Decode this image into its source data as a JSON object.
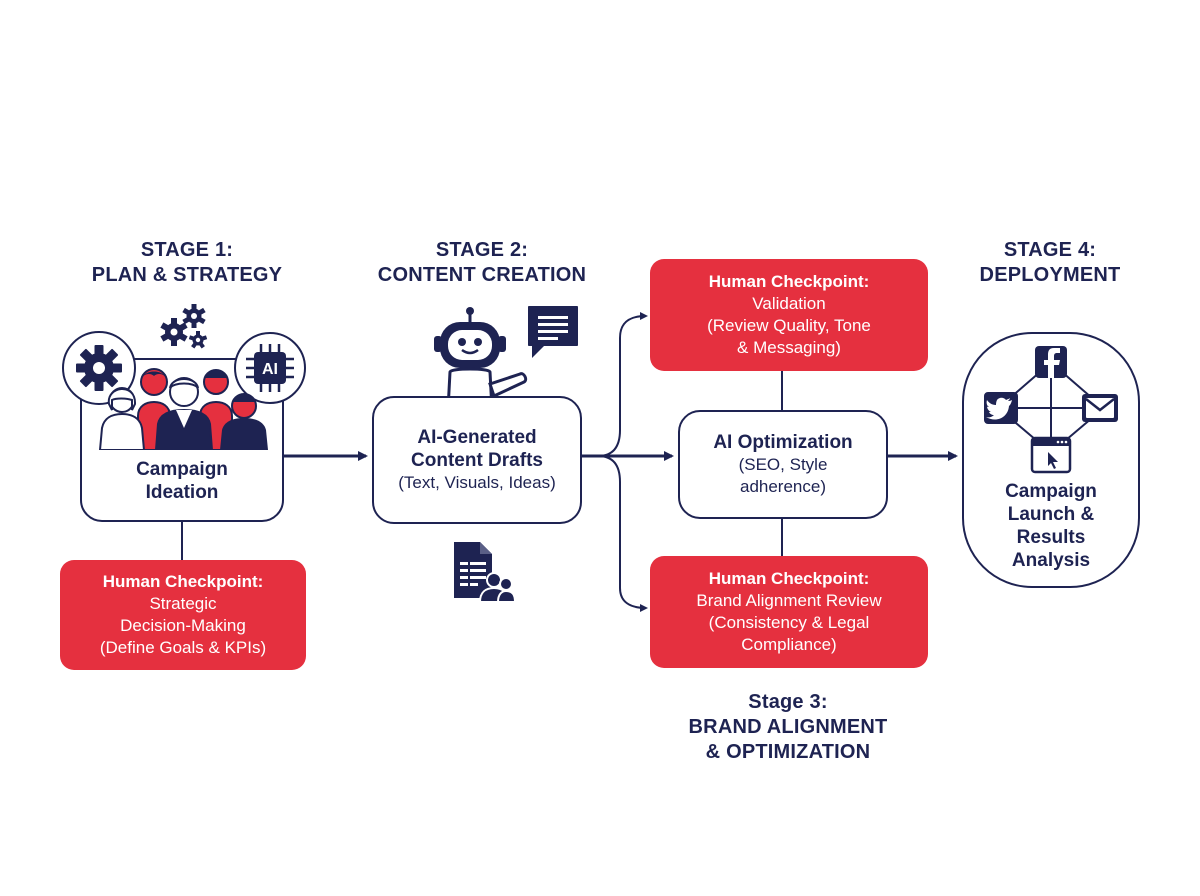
{
  "colors": {
    "navy": "#1e2352",
    "red": "#e5303f",
    "white": "#ffffff"
  },
  "stage1": {
    "title_line1": "STAGE 1:",
    "title_line2": "PLAN & STRATEGY",
    "box_line1": "Campaign",
    "box_line2": "Ideation",
    "icons": [
      "gear-icon",
      "gears-icon",
      "ai-chip-icon",
      "team-people-icon"
    ],
    "checkpoint": {
      "title": "Human Checkpoint:",
      "line1": "Strategic",
      "line2": "Decision-Making",
      "line3": "(Define Goals & KPIs)"
    }
  },
  "stage2": {
    "title_line1": "STAGE 2:",
    "title_line2": "CONTENT CREATION",
    "box_line1": "AI-Generated",
    "box_line2": "Content Drafts",
    "box_line3": "(Text, Visuals, Ideas)",
    "icons": [
      "robot-icon",
      "chat-bubble-icon",
      "document-users-icon"
    ]
  },
  "stage3": {
    "title_line1": "Stage 3:",
    "title_line2": "BRAND ALIGNMENT",
    "title_line3": "& OPTIMIZATION",
    "checkpoint_top": {
      "title": "Human Checkpoint:",
      "line1": "Validation",
      "line2": "(Review Quality, Tone",
      "line3": "& Messaging)"
    },
    "optimization": {
      "line1": "AI Optimization",
      "line2": "(SEO, Style",
      "line3": "adherence)"
    },
    "checkpoint_bottom": {
      "title": "Human Checkpoint:",
      "line1": "Brand Alignment Review",
      "line2": "(Consistency & Legal",
      "line3": "Compliance)"
    }
  },
  "stage4": {
    "title_line1": "STAGE 4:",
    "title_line2": "DEPLOYMENT",
    "box_line1": "Campaign",
    "box_line2": "Launch &",
    "box_line3": "Results",
    "box_line4": "Analysis",
    "icons": [
      "facebook-icon",
      "twitter-icon",
      "email-icon",
      "browser-cursor-icon"
    ]
  }
}
